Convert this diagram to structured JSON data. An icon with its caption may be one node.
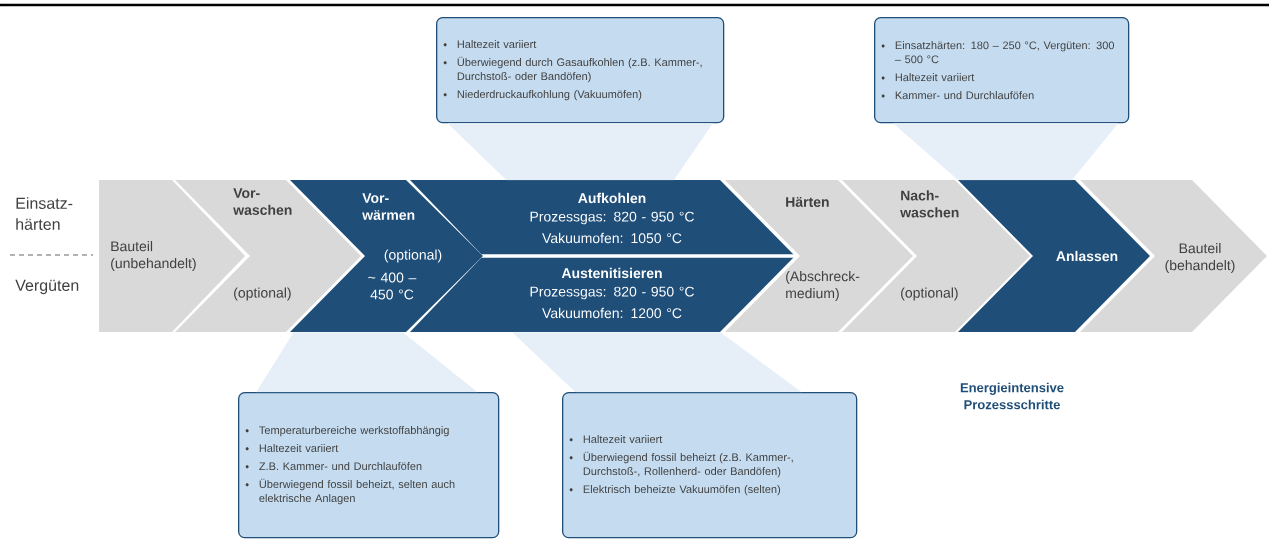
{
  "diagram": {
    "nodes": [
      {
        "text": [
          "Bauteil (unbehandelt)"
        ]
      },
      {
        "text": [
          "Vor- waschen",
          "(optional)"
        ]
      },
      {
        "text": [
          "Vor- wärmen",
          "(optional)",
          "~ 400 – 450 °C"
        ]
      },
      {
        "text": [
          "Aufkohlen",
          "Prozessgas: 820 - 950 °C",
          "Vakuumofen: 1050 °C"
        ]
      },
      {
        "text": [
          "Austenitisieren",
          "Prozessgas: 820 - 950 °C",
          "Vakuumofen: 1200 °C"
        ]
      },
      {
        "text": [
          "Härten",
          "(Abschreck- medium)"
        ]
      },
      {
        "text": [
          "Nach- waschen",
          "(optional)"
        ]
      },
      {
        "text": [
          "Anlassen"
        ]
      },
      {
        "text": [
          "Bauteil (behandelt)"
        ]
      },
      {
        "text": [
          "Haltezeit variiert",
          "Überwiegend durch Gasaufkohlen (z.B. Kammer-, Durchstoß- oder Bandöfen)",
          "Niederdruckaufkohlung (Vakuumöfen)"
        ]
      },
      {
        "text": [
          "Einsatzhärten: 180 – 250 °C, Vergüten: 300 – 500 °C",
          "Haltezeit variiert",
          "Kammer- und Durchlauföfen"
        ]
      },
      {
        "text": [
          "Temperaturbereiche werkstoffabhängig",
          "Haltezeit variiert",
          "Z.B. Kammer- und Durchlauföfen",
          "Überwiegend fossil beheizt, selten auch elektrische Anlagen"
        ]
      },
      {
        "text": [
          "Haltezeit variiert",
          "Überwiegend fossil beheizt (z.B. Kammer-, Durchstoß-, Rollenherd- oder Bandöfen)",
          "Elektrisch beheizte Vakuumöfen (selten)"
        ]
      }
    ],
    "edges": [
      {
        "from": 9,
        "to": 3,
        "arrow": "none"
      },
      {
        "from": 10,
        "to": 7,
        "arrow": "none"
      },
      {
        "from": 11,
        "to": 2,
        "arrow": "none"
      },
      {
        "from": 12,
        "to": 4,
        "arrow": "none"
      }
    ],
    "labels": [
      "Einsatz- härten",
      "Vergüten",
      "Energieintensive Prozessschritte"
    ]
  }
}
